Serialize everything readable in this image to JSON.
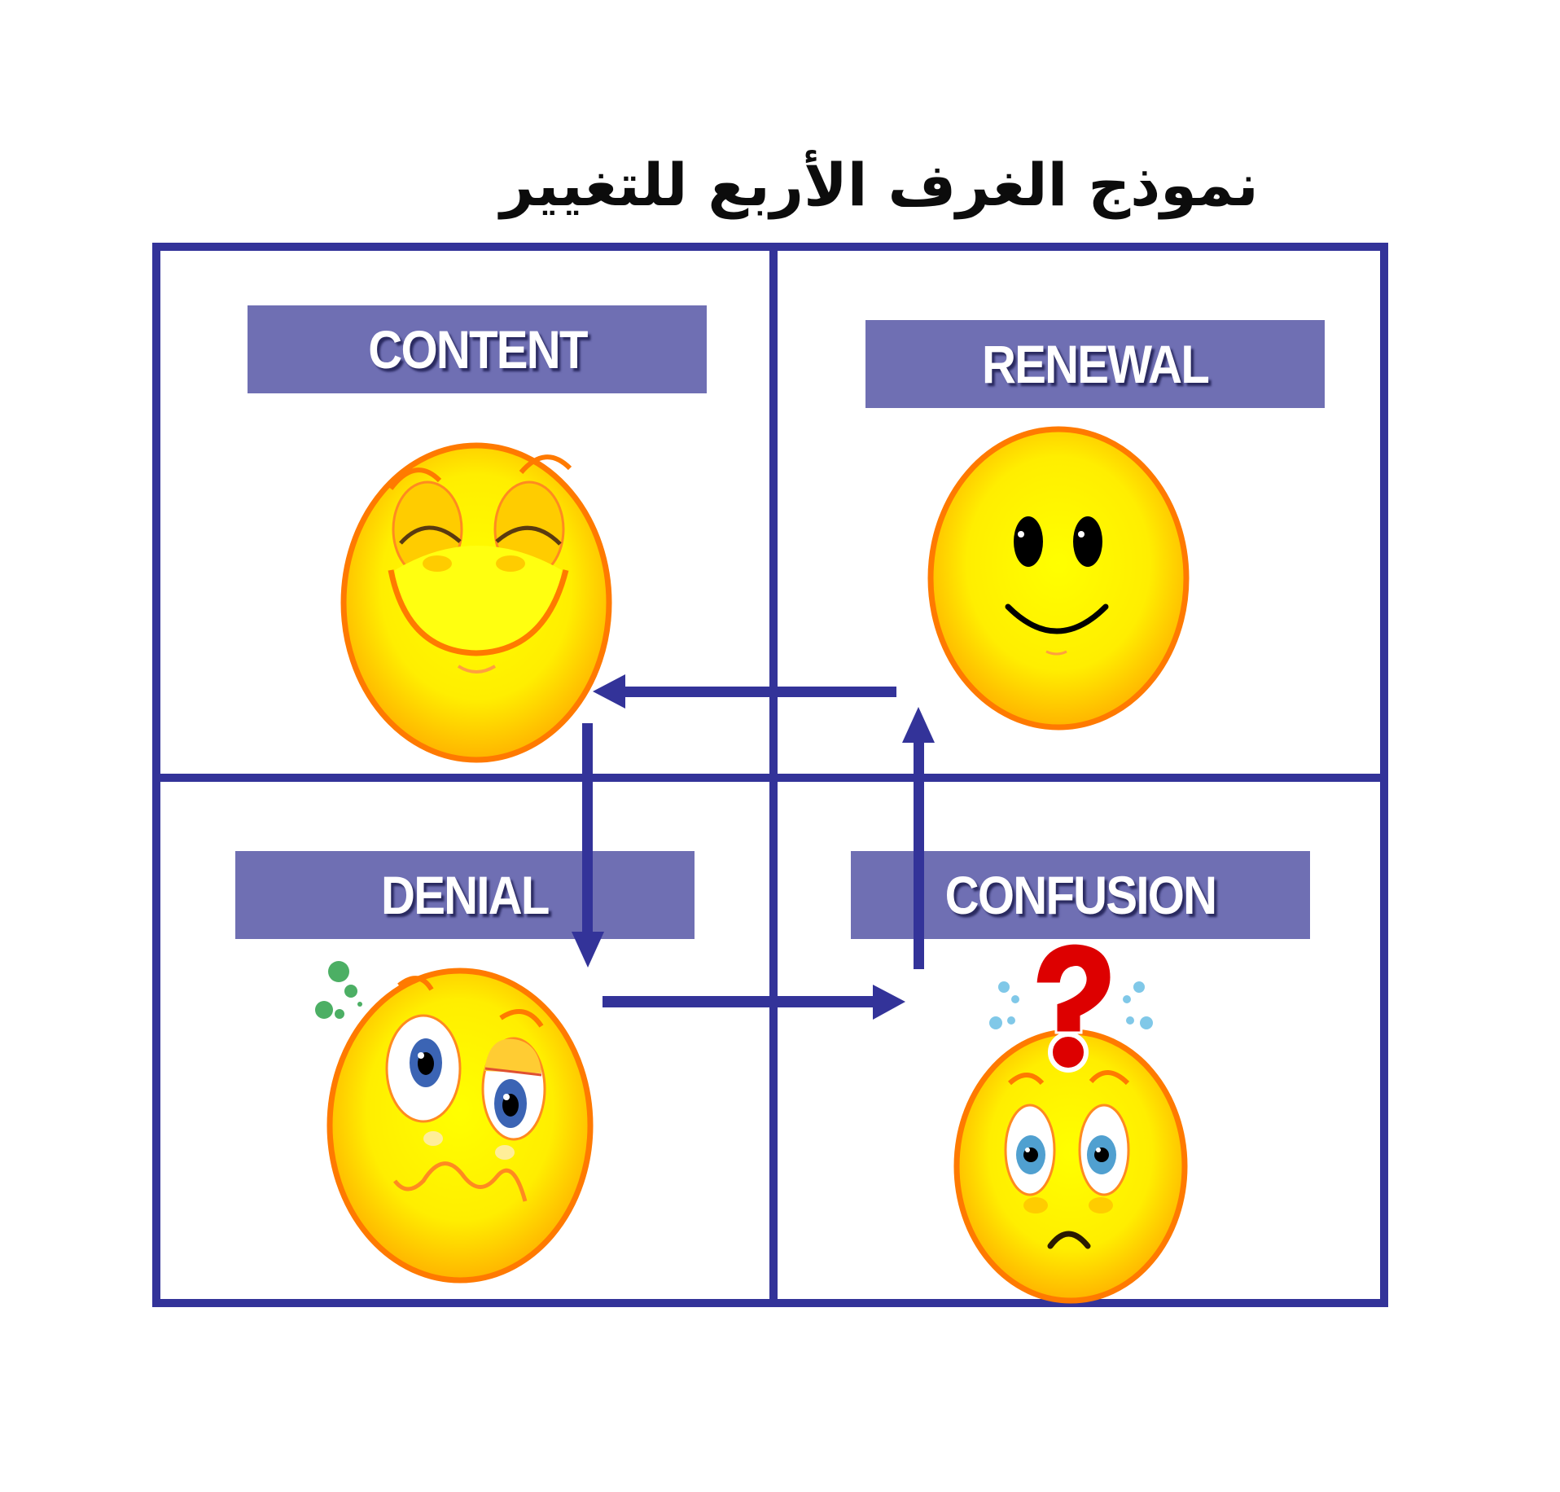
{
  "diagram": {
    "title": "نموذج الغرف الأربع للتغيير",
    "colors": {
      "frame": "#333399",
      "label_bg": "#6f6fb3",
      "label_text": "#ffffff",
      "face_fill": "#ffee00",
      "face_outline": "#ff7a00",
      "question_mark": "#dd0000"
    },
    "rooms": [
      {
        "id": "content",
        "label": "CONTENT",
        "position": "top-left",
        "face": "happy-closed-eyes-face"
      },
      {
        "id": "renewal",
        "label": "RENEWAL",
        "position": "top-right",
        "face": "simple-smiley-face"
      },
      {
        "id": "denial",
        "label": "DENIAL",
        "position": "bottom-left",
        "face": "dizzy-wavy-mouth-face"
      },
      {
        "id": "confusion",
        "label": "CONFUSION",
        "position": "bottom-right",
        "face": "confused-question-face"
      }
    ],
    "flow": [
      {
        "from": "CONTENT",
        "to": "DENIAL",
        "direction": "down"
      },
      {
        "from": "DENIAL",
        "to": "CONFUSION",
        "direction": "right"
      },
      {
        "from": "CONFUSION",
        "to": "RENEWAL",
        "direction": "up"
      },
      {
        "from": "RENEWAL",
        "to": "CONTENT",
        "direction": "left"
      }
    ]
  }
}
